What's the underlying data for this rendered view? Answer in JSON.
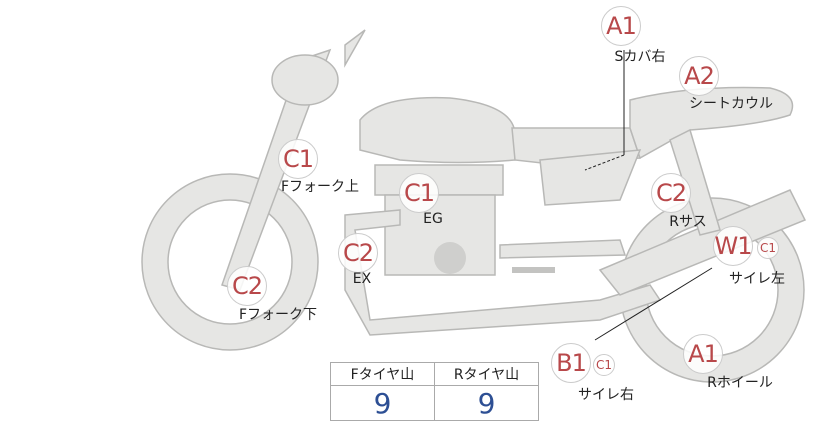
{
  "parts": [
    {
      "code": "A1",
      "label": "Sカバ右"
    },
    {
      "code": "A2",
      "label": "シートカウル"
    },
    {
      "code": "C1",
      "label": "Fフォーク上"
    },
    {
      "code": "C1",
      "label": "EG"
    },
    {
      "code": "C2",
      "label": "Rサス"
    },
    {
      "code": "C2",
      "label": "EX"
    },
    {
      "code": "W1",
      "sub": "C1",
      "label": "サイレ左"
    },
    {
      "code": "C2",
      "label": "Fフォーク下"
    },
    {
      "code": "B1",
      "sub": "C1",
      "label": "サイレ右"
    },
    {
      "code": "A1",
      "label": "Rホイール"
    }
  ],
  "tire_table": {
    "headers": [
      "Fタイヤ山",
      "Rタイヤ山"
    ],
    "values": [
      "9",
      "9"
    ]
  },
  "colors": {
    "badge_text": "#b8484a",
    "value_text": "#2d4f94",
    "bike_fill": "#e6e6e4",
    "bike_stroke": "#b8b8b6"
  }
}
